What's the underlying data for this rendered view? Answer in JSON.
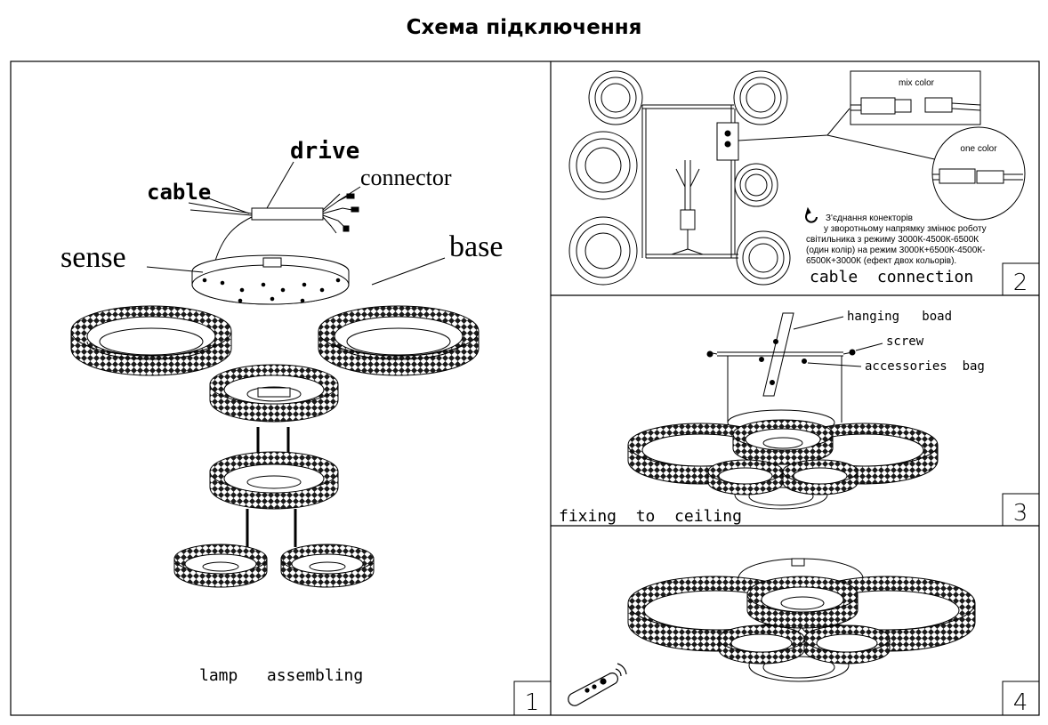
{
  "title": "Схема підключення",
  "panel1": {
    "number": "1",
    "caption": "lamp   assembling",
    "labels": {
      "drive": "drive",
      "cable": "cable",
      "connector": "connector",
      "sense": "sense",
      "base": "base"
    }
  },
  "panel2": {
    "number": "2",
    "caption": "cable  connection",
    "mix_color": "mix color",
    "one_color": "one color",
    "note_lines": [
      "З'єднання конекторів",
      "у зворотньому напрямку змінює роботу",
      "світильника з режиму 3000К-4500К-6500К",
      "(один колір) на режим 3000К+6500К-4500К-",
      "6500К+3000К  (ефект двох кольорів)."
    ]
  },
  "panel3": {
    "number": "3",
    "caption": "fixing  to  ceiling",
    "labels": {
      "hanging_board": "hanging   boad",
      "screw": "screw",
      "accessories_bag": "accessories  bag"
    }
  },
  "panel4": {
    "number": "4"
  },
  "colors": {
    "line": "#000000",
    "ring_fill": "#ffffff",
    "crystal": "#1a1a1a"
  }
}
